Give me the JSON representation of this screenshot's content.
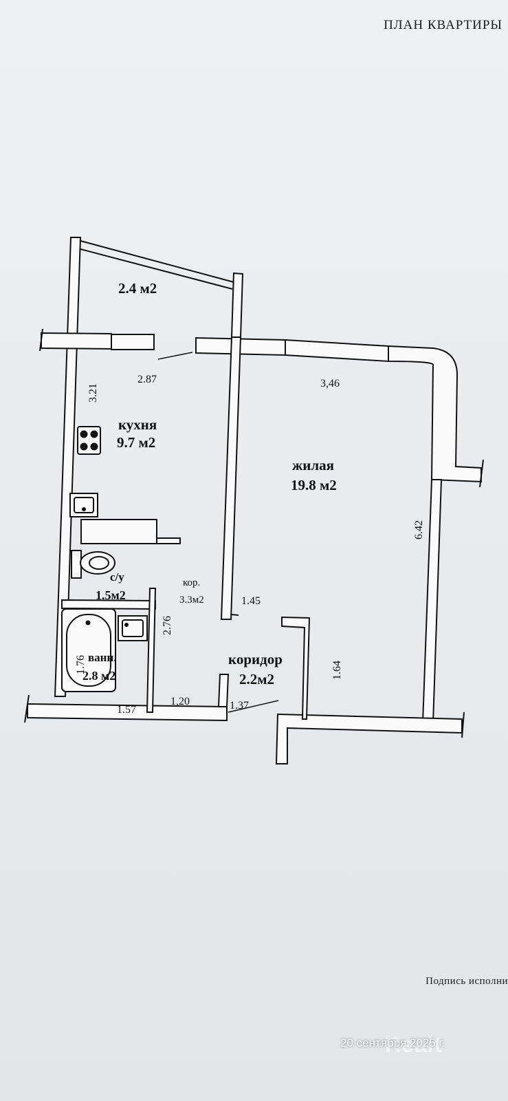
{
  "header": {
    "title": "ПЛАН КВАРТИРЫ"
  },
  "rooms": {
    "balcony": {
      "area": "2.4 м2"
    },
    "kitchen": {
      "name": "кухня",
      "area": "9.7 м2"
    },
    "living": {
      "name": "жилая",
      "area": "19.8 м2"
    },
    "wc": {
      "name": "с/у",
      "area": "1.5м2"
    },
    "hall": {
      "name": "кор.",
      "area": "3.3м2"
    },
    "bath": {
      "name": "ванн.",
      "area": "2.8 м2"
    },
    "corridor": {
      "name": "коридор",
      "area": "2.2м2"
    }
  },
  "dimensions": {
    "d1": "3.21",
    "d2": "2.87",
    "d3": "3,46",
    "d4": "6.42",
    "d5": "2.76",
    "d6": "1.45",
    "d7": "1.64",
    "d8": "1.76",
    "d9": "1.57",
    "d10": "1,20",
    "d11": "1.37"
  },
  "footer": {
    "signature": "Подпись исполни",
    "timestamp": "20 сентября 2025 г.",
    "watermark": "Realt"
  }
}
